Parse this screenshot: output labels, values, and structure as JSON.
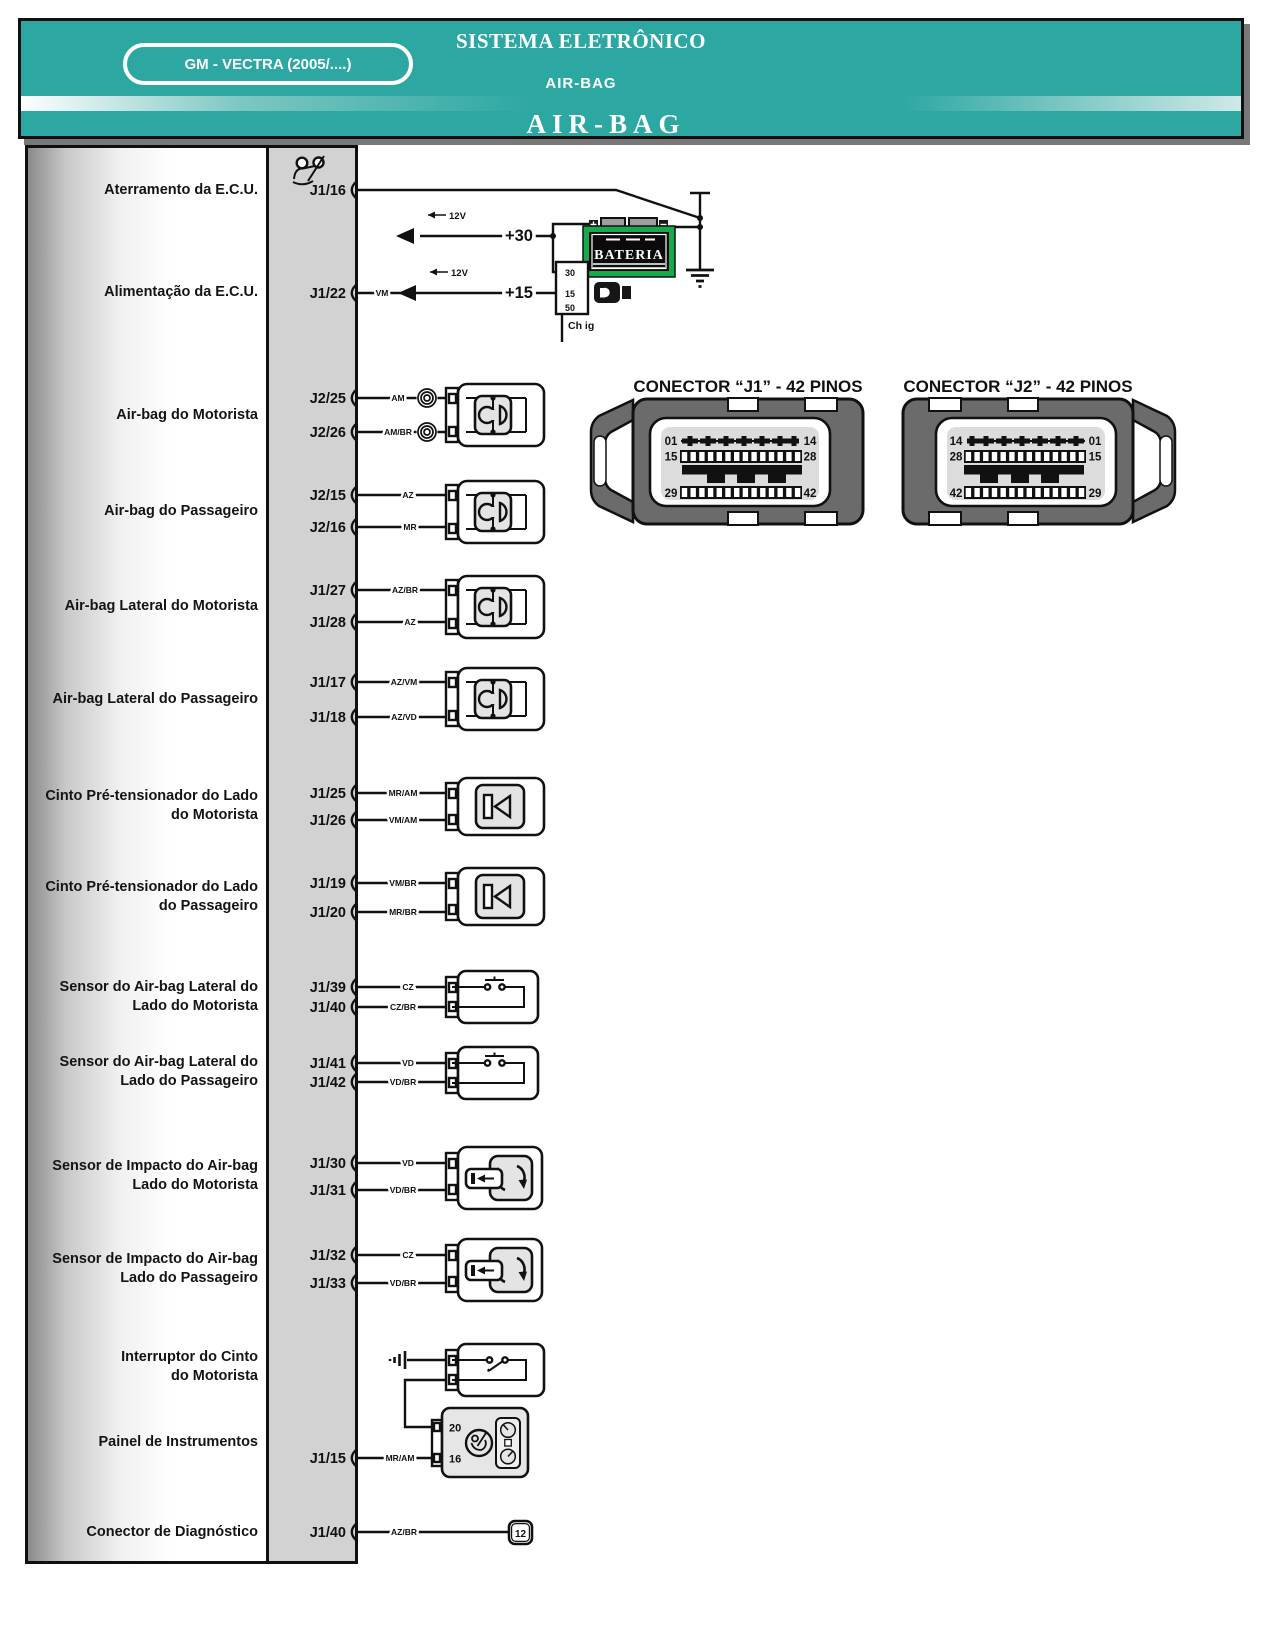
{
  "colors": {
    "teal": "#2da7a2",
    "panel_gray": "#d2d2d2",
    "battery_green": "#18a94d"
  },
  "icons": {
    "ecu": "airbag-deploy-icon",
    "ignition": "ignition-key-icon",
    "driver_airbag_coil": "clock-spring-icon"
  },
  "header": {
    "system_title": "SISTEMA ELETRÔNICO",
    "system_subtitle": "AIR-BAG",
    "model_badge": "GM - VECTRA (2005/....)",
    "banner_title": "AIR-BAG"
  },
  "power": {
    "v12": "12V",
    "plus30": "+30",
    "plus15": "+15",
    "battery_label": "BATERIA",
    "battery_plus": "+",
    "battery_minus": "-",
    "ignition_terminals": [
      "30",
      "15",
      "50"
    ],
    "ignition_label": "Ch ig"
  },
  "rows": [
    {
      "label_lines": [
        "Aterramento da E.C.U."
      ],
      "pins": [
        {
          "pin": "J1/16",
          "wire": ""
        }
      ]
    },
    {
      "label_lines": [
        "Alimentação da E.C.U."
      ],
      "pins": [
        {
          "pin": "J1/22",
          "wire": "VM"
        }
      ]
    },
    {
      "label_lines": [
        "Air-bag do Motorista"
      ],
      "pins": [
        {
          "pin": "J2/25",
          "wire": "AM"
        },
        {
          "pin": "J2/26",
          "wire": "AM/BR"
        }
      ]
    },
    {
      "label_lines": [
        "Air-bag do Passageiro"
      ],
      "pins": [
        {
          "pin": "J2/15",
          "wire": "AZ"
        },
        {
          "pin": "J2/16",
          "wire": "MR"
        }
      ]
    },
    {
      "label_lines": [
        "Air-bag Lateral do Motorista"
      ],
      "pins": [
        {
          "pin": "J1/27",
          "wire": "AZ/BR"
        },
        {
          "pin": "J1/28",
          "wire": "AZ"
        }
      ]
    },
    {
      "label_lines": [
        "Air-bag Lateral do Passageiro"
      ],
      "pins": [
        {
          "pin": "J1/17",
          "wire": "AZ/VM"
        },
        {
          "pin": "J1/18",
          "wire": "AZ/VD"
        }
      ]
    },
    {
      "label_lines": [
        "Cinto Pré-tensionador do Lado",
        "do Motorista"
      ],
      "pins": [
        {
          "pin": "J1/25",
          "wire": "MR/AM"
        },
        {
          "pin": "J1/26",
          "wire": "VM/AM"
        }
      ]
    },
    {
      "label_lines": [
        "Cinto Pré-tensionador do Lado",
        "do Passageiro"
      ],
      "pins": [
        {
          "pin": "J1/19",
          "wire": "VM/BR"
        },
        {
          "pin": "J1/20",
          "wire": "MR/BR"
        }
      ]
    },
    {
      "label_lines": [
        "Sensor do Air-bag Lateral do",
        "Lado do Motorista"
      ],
      "pins": [
        {
          "pin": "J1/39",
          "wire": "CZ"
        },
        {
          "pin": "J1/40",
          "wire": "CZ/BR"
        }
      ]
    },
    {
      "label_lines": [
        "Sensor do Air-bag Lateral do",
        "Lado do Passageiro"
      ],
      "pins": [
        {
          "pin": "J1/41",
          "wire": "VD"
        },
        {
          "pin": "J1/42",
          "wire": "VD/BR"
        }
      ]
    },
    {
      "label_lines": [
        "Sensor de Impacto do Air-bag",
        "Lado do Motorista"
      ],
      "pins": [
        {
          "pin": "J1/30",
          "wire": "VD"
        },
        {
          "pin": "J1/31",
          "wire": "VD/BR"
        }
      ]
    },
    {
      "label_lines": [
        "Sensor de Impacto do Air-bag",
        "Lado do Passageiro"
      ],
      "pins": [
        {
          "pin": "J1/32",
          "wire": "CZ"
        },
        {
          "pin": "J1/33",
          "wire": "VD/BR"
        }
      ]
    },
    {
      "label_lines": [
        "Interruptor do Cinto",
        "do Motorista"
      ],
      "pins": []
    },
    {
      "label_lines": [
        "Painel de Instrumentos"
      ],
      "pins": [
        {
          "pin": "J1/15",
          "wire": "MR/AM"
        }
      ]
    },
    {
      "label_lines": [
        "Conector de Diagnóstico"
      ],
      "pins": [
        {
          "pin": "J1/40",
          "wire": "AZ/BR"
        }
      ]
    }
  ],
  "panel": {
    "pin_top": "20",
    "pin_bottom": "16"
  },
  "diagnostic": {
    "pin": "12"
  },
  "connectors": [
    {
      "title": "CONECTOR “J1” - 42 PINOS",
      "left_numbers": [
        "01",
        "15",
        "29"
      ],
      "right_numbers": [
        "14",
        "28",
        "42"
      ]
    },
    {
      "title": "CONECTOR “J2” - 42 PINOS",
      "left_numbers": [
        "14",
        "28",
        "42"
      ],
      "right_numbers": [
        "01",
        "15",
        "29"
      ]
    }
  ]
}
